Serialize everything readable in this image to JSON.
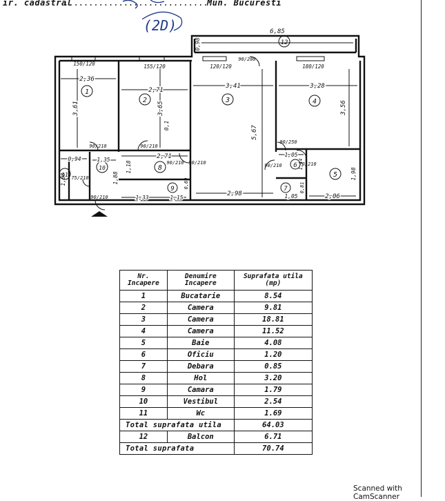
{
  "header": {
    "cadastral_label": "ir. cadastral",
    "cadastral_dots": "...............................",
    "city": "Mun. Bucuresti",
    "handwritten_note": "(2D)"
  },
  "plan": {
    "rooms": [
      {
        "no": "1",
        "width": "2,36",
        "depth": "3,61",
        "window": "150/120"
      },
      {
        "no": "2",
        "width": "2,71",
        "depth": "3,65",
        "window": "155/120"
      },
      {
        "no": "3",
        "width": "3,41",
        "depth": "5,67",
        "window": "120/120"
      },
      {
        "no": "4",
        "width": "3,28",
        "depth": "3,56",
        "window": "180/120"
      },
      {
        "no": "5",
        "width": "2,06",
        "depth": "1,98"
      },
      {
        "no": "6",
        "width": "1,05",
        "depth": "1,14"
      },
      {
        "no": "7",
        "width": "1,05",
        "depth": "0,81"
      },
      {
        "no": "8",
        "width": "2,71",
        "depth": "1,18"
      },
      {
        "no": "9",
        "width": "1,15",
        "depth": "0,69"
      },
      {
        "no": "10",
        "width": "1,35",
        "depth": "1,88"
      },
      {
        "no": "11",
        "width": "0,94",
        "depth": "1,88"
      },
      {
        "no": "12",
        "width": "6,85",
        "depth": "0,98"
      }
    ],
    "extra_dims": [
      "0,1",
      "2,98",
      "1,33",
      "2,71"
    ],
    "doors": [
      "90/210",
      "90/210",
      "90/210",
      "90/208",
      "90/250",
      "90/210",
      "70/210",
      "75/210",
      "90/210",
      "90/210"
    ]
  },
  "table": {
    "headers": {
      "nr": "Nr. Incapere",
      "name": "Denumire Incapere",
      "area": "Suprafata utila (mp)"
    },
    "rows": [
      {
        "nr": "1",
        "name": "Bucatarie",
        "area": "8.54"
      },
      {
        "nr": "2",
        "name": "Camera",
        "area": "9.81"
      },
      {
        "nr": "3",
        "name": "Camera",
        "area": "18.81"
      },
      {
        "nr": "4",
        "name": "Camera",
        "area": "11.52"
      },
      {
        "nr": "5",
        "name": "Baie",
        "area": "4.08"
      },
      {
        "nr": "6",
        "name": "Oficiu",
        "area": "1.20"
      },
      {
        "nr": "7",
        "name": "Debara",
        "area": "0.85"
      },
      {
        "nr": "8",
        "name": "Hol",
        "area": "3.20"
      },
      {
        "nr": "9",
        "name": "Camara",
        "area": "1.79"
      },
      {
        "nr": "10",
        "name": "Vestibul",
        "area": "2.54"
      },
      {
        "nr": "11",
        "name": "Wc",
        "area": "1.69"
      }
    ],
    "total_util_label": "Total suprafata utila",
    "total_util_value": "64.03",
    "balcony": {
      "nr": "12",
      "name": "Balcon",
      "area": "6.71"
    },
    "total_label": "Total suprafata",
    "total_value": "70.74"
  },
  "footer": {
    "scanner": "Scanned with CamScanner"
  }
}
